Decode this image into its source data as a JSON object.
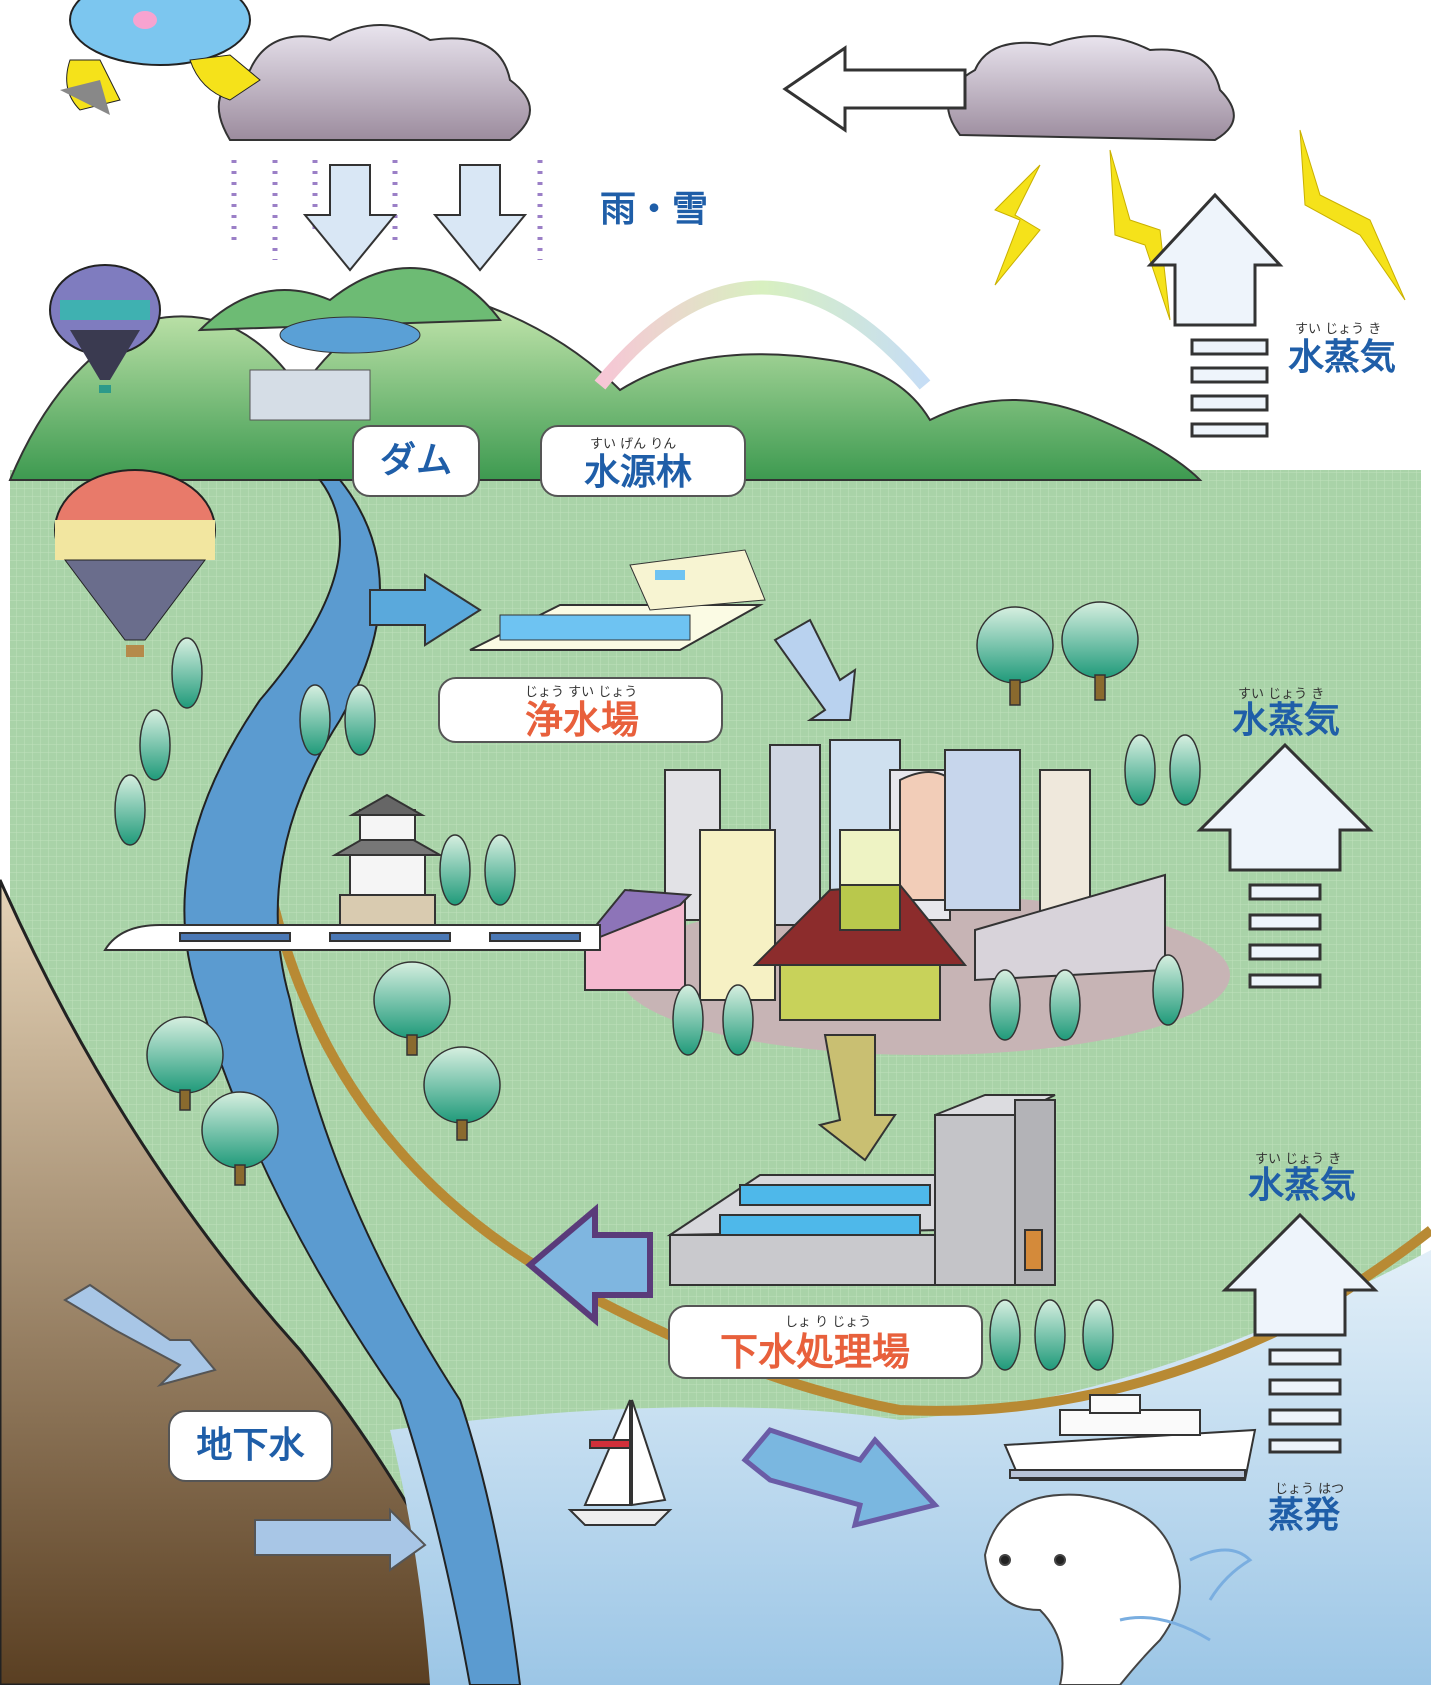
{
  "labels": {
    "rain_snow": "雨・雪",
    "dam": "ダム",
    "forest": "水源林",
    "forest_ruby": "すい げん りん",
    "purification": "浄水場",
    "purification_ruby": "じょう すい じょう",
    "sewage": "下水処理場",
    "sewage_ruby": "しょ り じょう",
    "groundwater": "地下水",
    "vapor": "水蒸気",
    "vapor_ruby": "すい じょう き",
    "evaporation": "蒸発",
    "evaporation_ruby": "じょう はつ"
  },
  "colors": {
    "label_blue": "#1f5ea8",
    "label_orange": "#e8603c",
    "land_green": "#a9d3a8",
    "river_blue": "#5b9bd0",
    "sea_blue": "#c5dff0",
    "mountain_green": "#7cc08a",
    "lightning_yellow": "#f5e21a",
    "cloud_gray": "#c9bcc9"
  }
}
